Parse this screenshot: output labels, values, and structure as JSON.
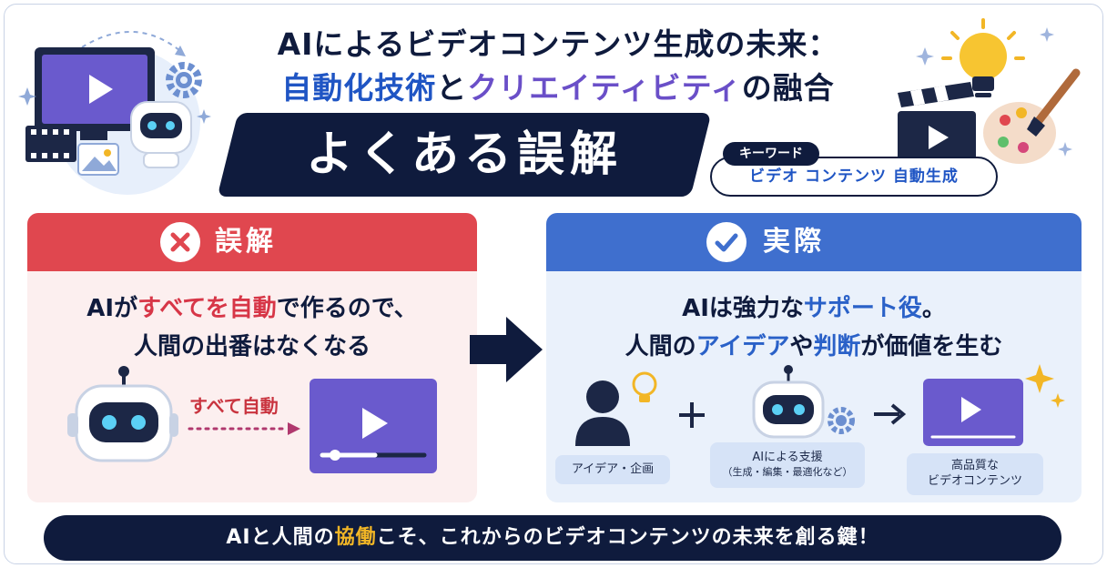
{
  "title": {
    "line1": "AIによるビデオコンテンツ生成の未来：",
    "line2_part1": "自動化技術",
    "line2_part2": "と",
    "line2_part3": "クリエイティビティ",
    "line2_part4": "の融合"
  },
  "banner": {
    "text": "よくある誤解"
  },
  "keyword": {
    "label": "キーワード",
    "text": "ビデオ コンテンツ 自動生成"
  },
  "myth": {
    "heading": "誤解",
    "line1_a": "AIが",
    "line1_b": "すべてを自動",
    "line1_c": "で作るので、",
    "line2": "人間の出番はなくなる",
    "auto_label": "すべて自動"
  },
  "fact": {
    "heading": "実際",
    "line1_a": "AIは強力な",
    "line1_b": "サポート役",
    "line1_c": "。",
    "line2_a": "人間の",
    "line2_b": "アイデア",
    "line2_c": "や",
    "line2_d": "判断",
    "line2_e": "が価値を生む",
    "step1": "アイデア・企画",
    "step2_line1": "AIによる支援",
    "step2_line2": "（生成・編集・最適化など）",
    "step3_line1": "高品質な",
    "step3_line2": "ビデオコンテンツ"
  },
  "footer": {
    "part1": "AIと人間の",
    "part2": "協働",
    "part3": "こそ、これからのビデオコンテンツの未来を創る鍵！"
  },
  "colors": {
    "navy": "#0f1b3d",
    "red": "#e0474f",
    "blue": "#3f6fce",
    "purple": "#6a5acd",
    "gold": "#f2b626"
  }
}
